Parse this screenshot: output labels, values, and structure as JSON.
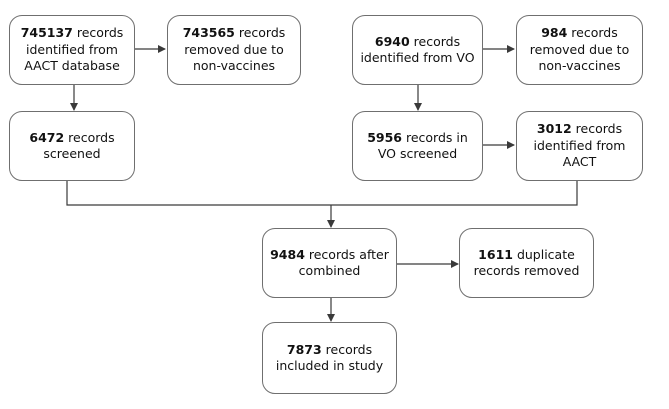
{
  "boxes": {
    "aact_identified": {
      "count": "745137",
      "text": " records identified from AACT database"
    },
    "aact_removed": {
      "count": "743565",
      "text": " records removed due to non-vaccines"
    },
    "aact_screened": {
      "count": "6472",
      "text": " records screened"
    },
    "vo_identified": {
      "count": "6940",
      "text": " records identified from VO"
    },
    "vo_removed": {
      "count": "984",
      "text": " records removed due to non-vaccines"
    },
    "vo_screened": {
      "count": "5956",
      "text": " records in VO screened"
    },
    "vo_aact_identified": {
      "count": "3012",
      "text": " records identified from AACT"
    },
    "combined": {
      "count": "9484",
      "text": " records after combined"
    },
    "duplicates_removed": {
      "count": "1611",
      "text": " duplicate records removed"
    },
    "included": {
      "count": "7873",
      "text": " records included in study"
    }
  },
  "colors": {
    "line": "#3a3a3a",
    "border": "#6f6f6f"
  }
}
